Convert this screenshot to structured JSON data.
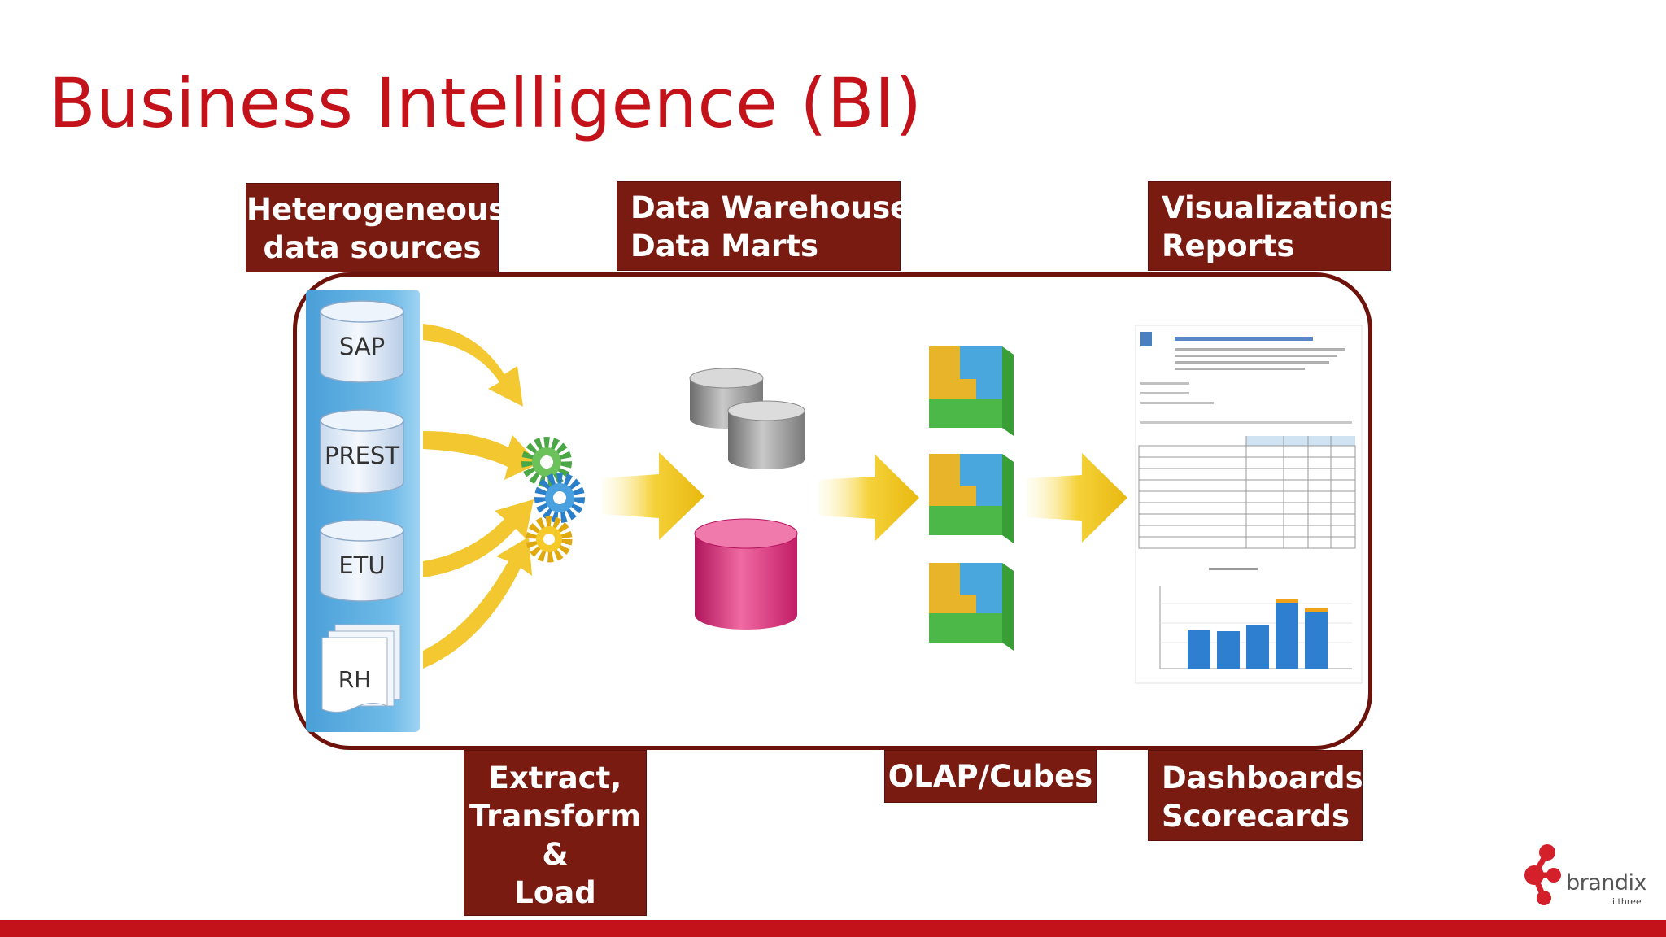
{
  "title": "Business Intelligence (BI)",
  "labels": {
    "sources": [
      "Heterogeneous",
      "data sources"
    ],
    "warehouse": [
      "Data Warehouse/",
      "Data Marts"
    ],
    "visualizations": [
      "Visualizations/",
      "Reports"
    ],
    "etl": [
      "Extract,",
      "Transform",
      "&",
      "Load"
    ],
    "olap": [
      "OLAP/Cubes"
    ],
    "dashboards": [
      "Dashboards/",
      "Scorecards"
    ]
  },
  "data_sources": [
    "SAP",
    "PREST",
    "ETU",
    "RH"
  ],
  "logo": {
    "name": "brandix",
    "sub": "i three"
  },
  "colors": {
    "title": "#c4121a",
    "label_bg": "#7a1b12",
    "frame": "#6e130b",
    "arrow": "#f2c21a",
    "bottom_bar": "#c4121a"
  }
}
